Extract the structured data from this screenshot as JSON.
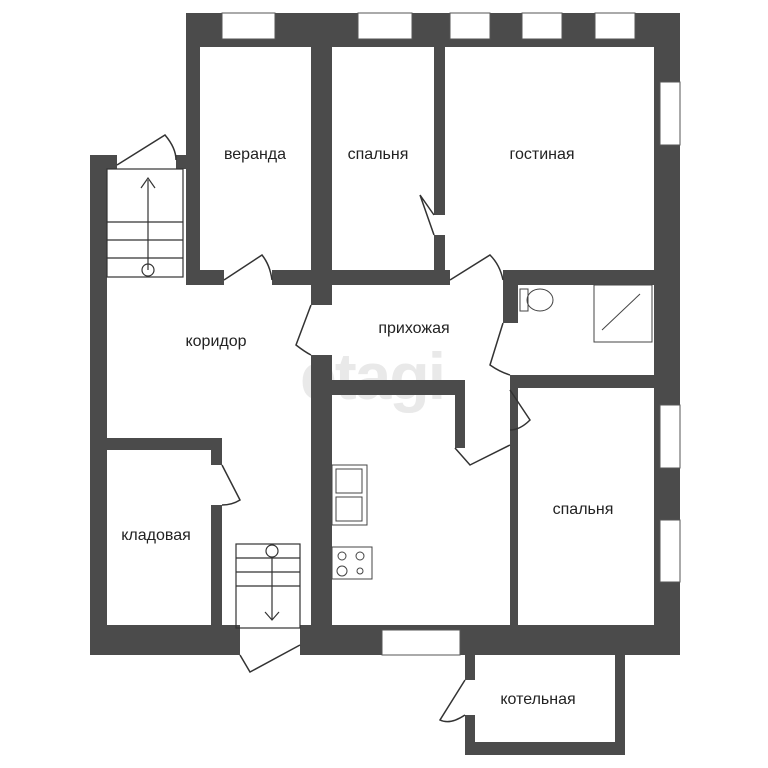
{
  "rooms": {
    "veranda": "веранда",
    "bedroom_top": "спальня",
    "living": "гостиная",
    "corridor": "коридор",
    "hallway": "прихожая",
    "storage": "кладовая",
    "bedroom_right": "спальня",
    "boiler": "котельная"
  },
  "watermark": "etagi",
  "colors": {
    "wall": "#4b4b4b",
    "line": "#333333"
  }
}
